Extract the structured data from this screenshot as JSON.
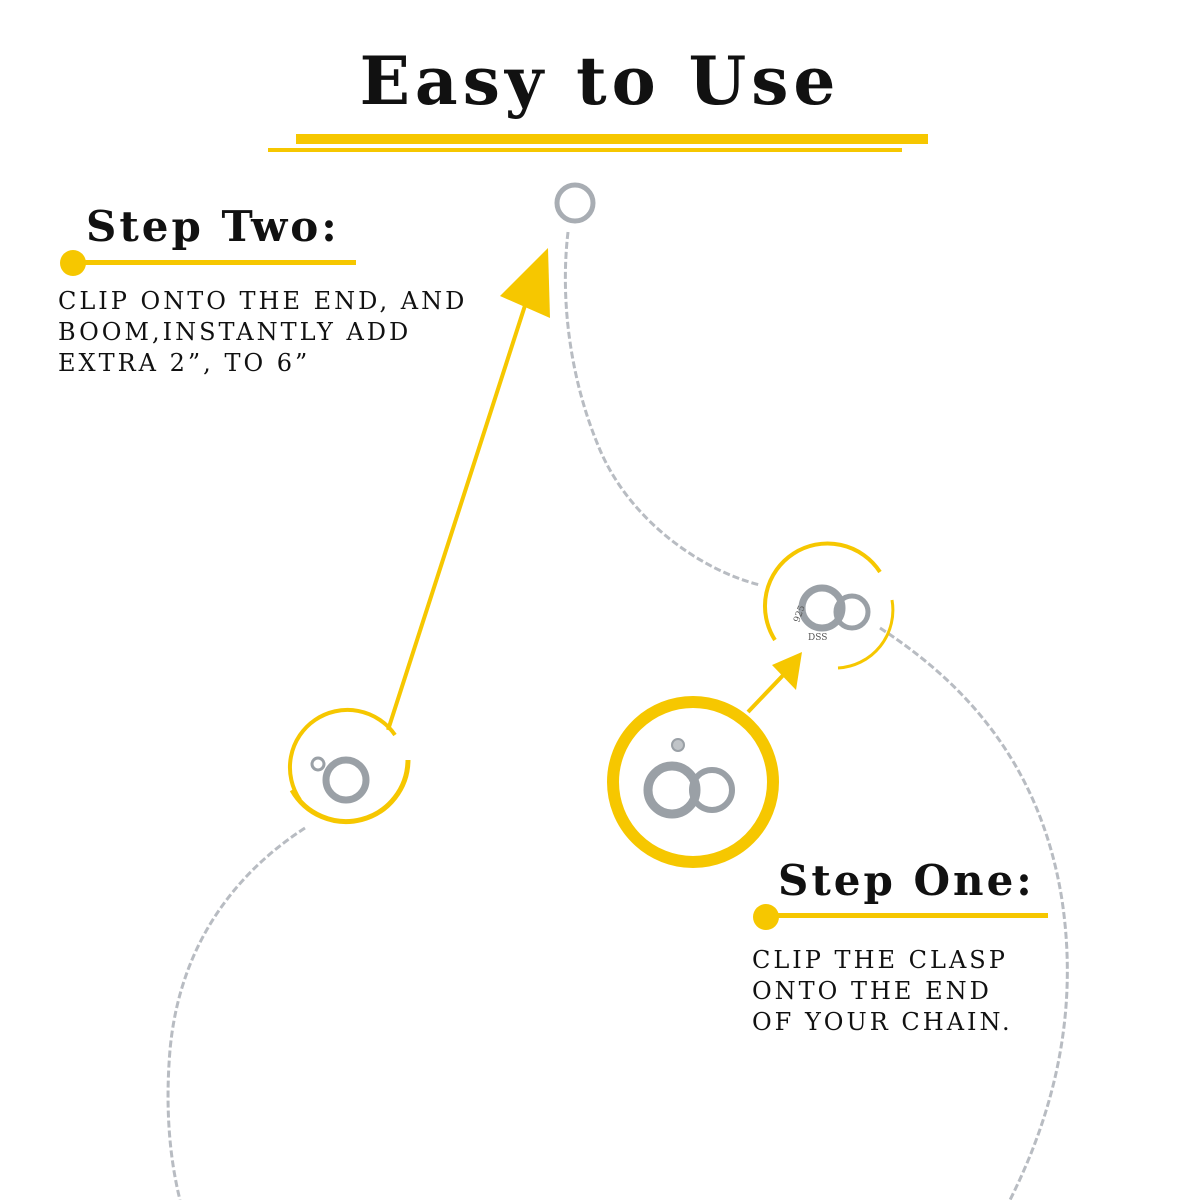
{
  "title": "Easy to Use",
  "accent_color": "#f6c700",
  "step_two": {
    "heading": "Step Two:",
    "text": "CLIP ONTO THE END, AND\nBOOM,INSTANTLY ADD\nEXTRA 2”, TO 6”"
  },
  "step_one": {
    "heading": "Step One:",
    "text": "CLIP THE CLASP\nONTO THE END\nOF YOUR CHAIN."
  },
  "clasp_marks": {
    "purity": "925",
    "brand": "DSS"
  }
}
